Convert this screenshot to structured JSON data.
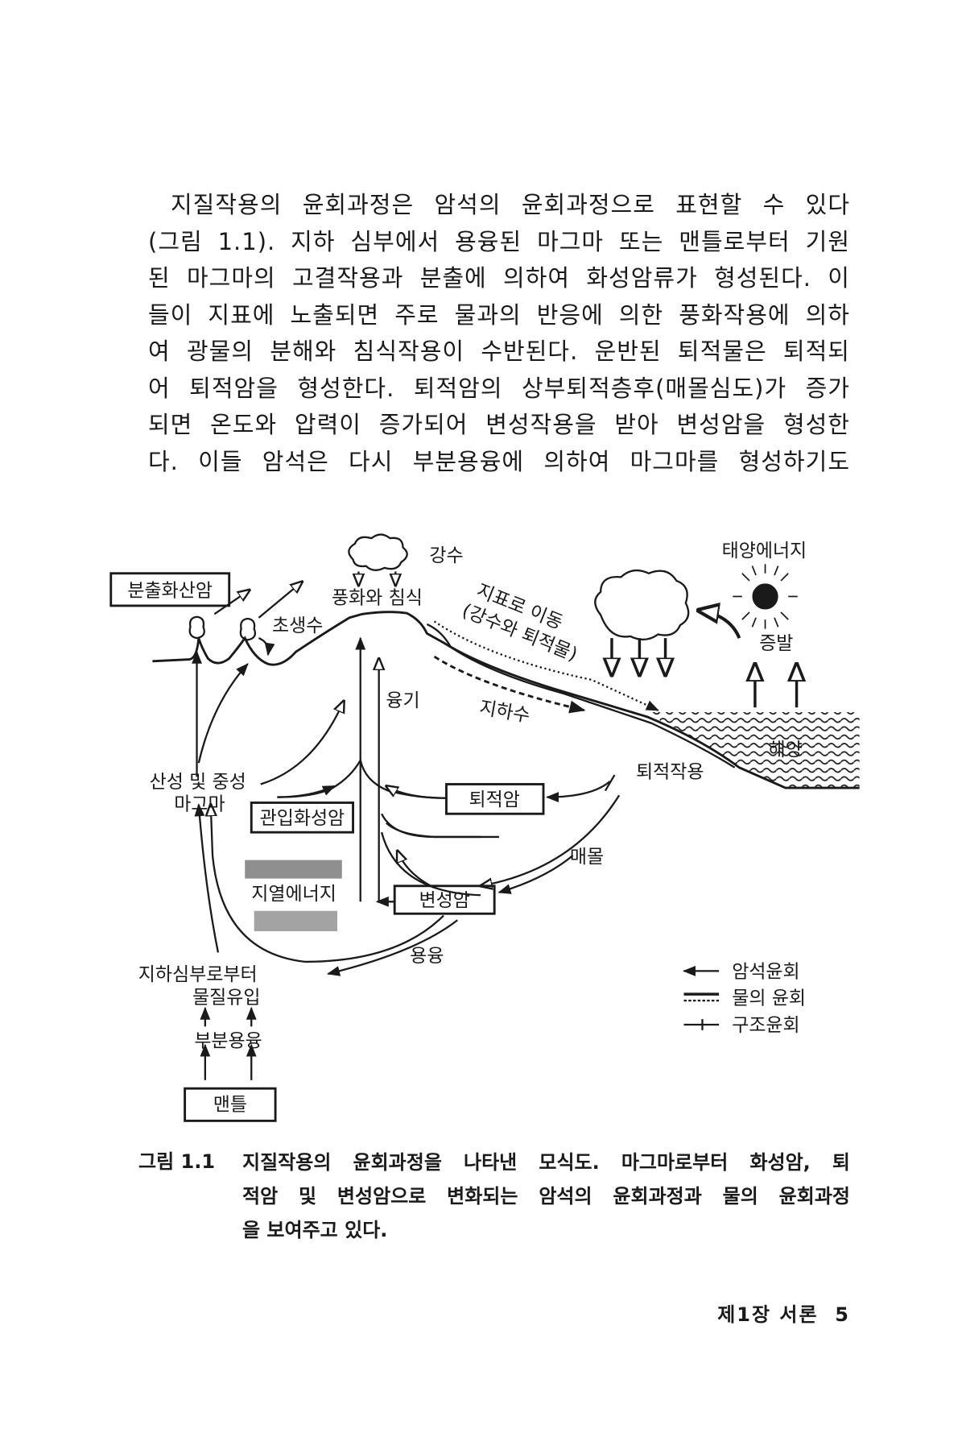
{
  "body_text": {
    "lines": [
      "지질작용의 윤회과정은 암석의 윤회과정으로 표현할 수 있다",
      "(그림 1.1). 지하 심부에서 용융된 마그마 또는 맨틀로부터 기원",
      "된 마그마의 고결작용과 분출에 의하여 화성암류가 형성된다. 이",
      "들이 지표에 노출되면 주로 물과의 반응에 의한 풍화작용에 의하",
      "여 광물의 분해와 침식작용이 수반된다. 운반된 퇴적물은 퇴적되",
      "어 퇴적암을 형성한다. 퇴적암의 상부퇴적층후(매몰심도)가 증가",
      "되면 온도와 압력이 증가되어 변성작용을 받아 변성암을 형성한",
      "다. 이들 암석은 다시 부분용융에 의하여 마그마를 형성하기도"
    ]
  },
  "diagram": {
    "labels": {
      "extrusive_rock": "분출화산암",
      "precipitation": "강수",
      "weathering_erosion": "풍화와 침식",
      "juvenile_water": "초생수",
      "surface_transport_1": "지표로 이동",
      "surface_transport_2": "(강수와 퇴적물)",
      "groundwater": "지하수",
      "solar_energy": "태양에너지",
      "evaporation": "증발",
      "ocean": "해양",
      "deposition": "퇴적작용",
      "uplift": "융기",
      "magma_1": "산성 및 중성",
      "magma_2": "마그마",
      "intrusive_rock": "관입화성암",
      "sedimentary_rock": "퇴적암",
      "geothermal_energy": "지열에너지",
      "metamorphic_rock": "변성암",
      "burial": "매몰",
      "melting": "용융",
      "deep_input_1": "지하심부로부터",
      "deep_input_2": "물질유입",
      "partial_melting": "부분용융",
      "mantle": "맨틀"
    },
    "legend": [
      {
        "label": "암석윤회"
      },
      {
        "label": "물의 윤회"
      },
      {
        "label": "구조윤회"
      }
    ]
  },
  "caption": {
    "label": "그림 1.1",
    "lines": [
      "지질작용의 윤회과정을 나타낸 모식도. 마그마로부터 화성암, 퇴",
      "적암 및 변성암으로 변화되는 암석의 윤회과정과 물의 윤회과정",
      "을 보여주고 있다."
    ]
  },
  "footer": {
    "running_head": "제1장 서론",
    "page_number": "5"
  }
}
